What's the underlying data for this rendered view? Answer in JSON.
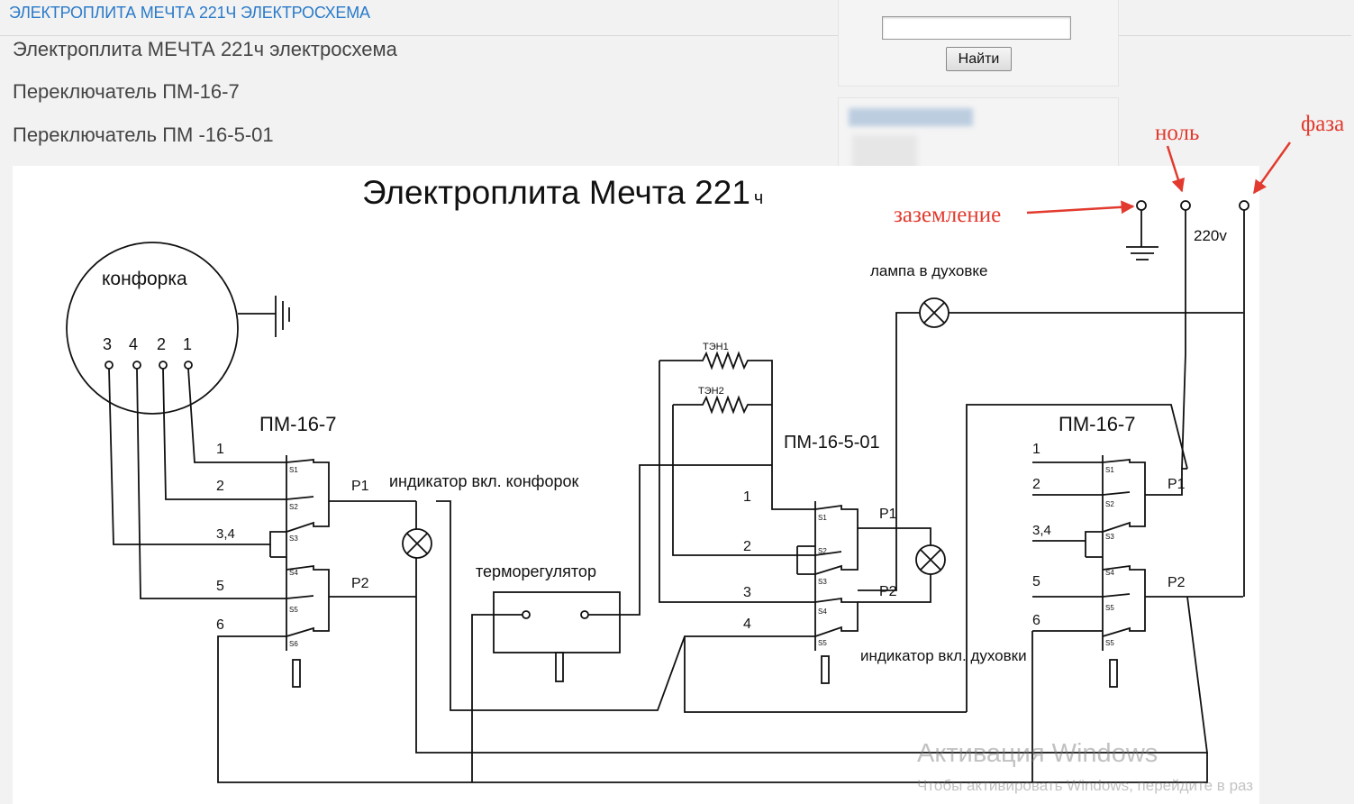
{
  "header": {
    "title_link": "ЭЛЕКТРОПЛИТА МЕЧТА 221Ч ЭЛЕКТРОСХЕМА",
    "lines": [
      "Электроплита МЕЧТА 221ч электросхема",
      "Переключатель ПМ-16-7",
      "Переключатель ПМ -16-5-01"
    ]
  },
  "search": {
    "input_value": "",
    "button_label": "Найти"
  },
  "diagram": {
    "title_main": "Электроплита Мечта 221",
    "title_suffix": "ч",
    "burner": {
      "label": "конфорка",
      "terminals": [
        "3",
        "4",
        "2",
        "1"
      ]
    },
    "left_switch": {
      "name": "ПМ-16-7",
      "pins": [
        "1",
        "2",
        "3,4",
        "5",
        "6"
      ],
      "contacts": [
        "S1",
        "S2",
        "S3",
        "S4",
        "S5",
        "S6"
      ],
      "p1": "P1",
      "p2": "P2"
    },
    "burner_indicator": "индикатор вкл. конфорок",
    "thermostat": "терморегулятор",
    "heaters": [
      "ТЭН1",
      "ТЭН2"
    ],
    "mid_switch": {
      "name": "ПМ-16-5-01",
      "pins": [
        "1",
        "2",
        "3",
        "4"
      ],
      "contacts": [
        "S1",
        "S2",
        "S3",
        "S4",
        "S5"
      ],
      "p1": "P1",
      "p2": "P2"
    },
    "oven_indicator": "индикатор вкл. духовки",
    "oven_lamp": "лампа в духовке",
    "right_switch": {
      "name": "ПМ-16-7",
      "pins": [
        "1",
        "2",
        "3,4",
        "5",
        "6"
      ],
      "contacts": [
        "S1",
        "S2",
        "S3",
        "S4",
        "S5",
        "S5"
      ],
      "p1": "P1",
      "p2": "P2"
    },
    "voltage": "220v",
    "annotations": {
      "ground": "заземление",
      "neutral": "ноль",
      "phase": "фаза"
    },
    "colors": {
      "annotation": "#e23a2e",
      "line": "#111111"
    }
  },
  "watermark": {
    "line1": "Активация Windows",
    "line2": "Чтобы активировать Windows, перейдите в раз"
  }
}
